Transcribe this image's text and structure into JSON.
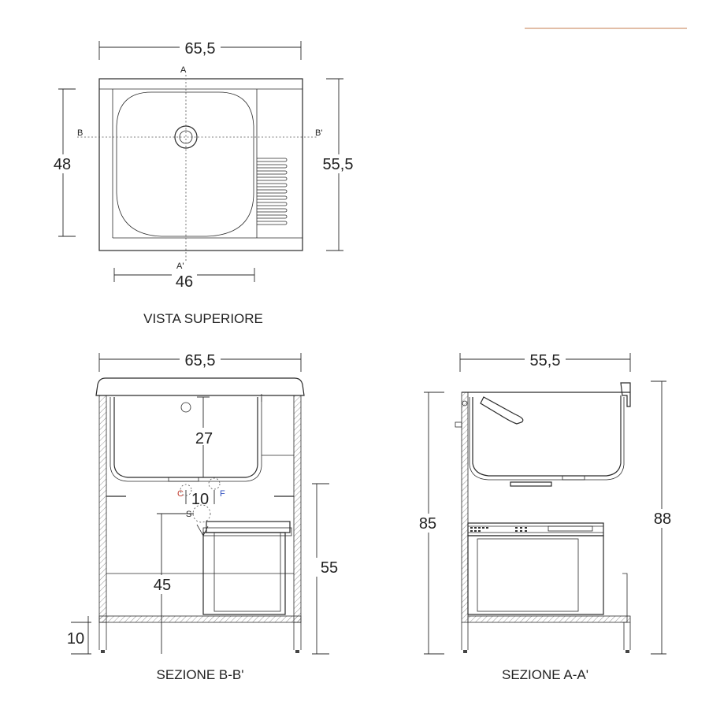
{
  "colors": {
    "accent": "#d9a88a",
    "cold": "#2f4fbf",
    "hot": "#c0392b"
  },
  "top_view": {
    "title": "VISTA SUPERIORE",
    "width_dim": "65,5",
    "depth_dim": "55,5",
    "basin_width_dim": "46",
    "basin_depth_dim": "48",
    "section_a_top": "A",
    "section_a_bottom": "A'",
    "section_b_left": "B",
    "section_b_right": "B'"
  },
  "section_bb": {
    "title": "SEZIONE B-B'",
    "width_dim": "65,5",
    "basin_height_dim": "27",
    "drain_spacing_dim": "10",
    "drain_height_dim": "45",
    "connection_height_dim": "55",
    "foot_height_dim": "10",
    "label_c": "C",
    "label_f": "F",
    "label_s": "S"
  },
  "section_aa": {
    "title": "SEZIONE A-A'",
    "width_dim": "55,5",
    "height_dim": "85",
    "total_height_dim": "88"
  }
}
